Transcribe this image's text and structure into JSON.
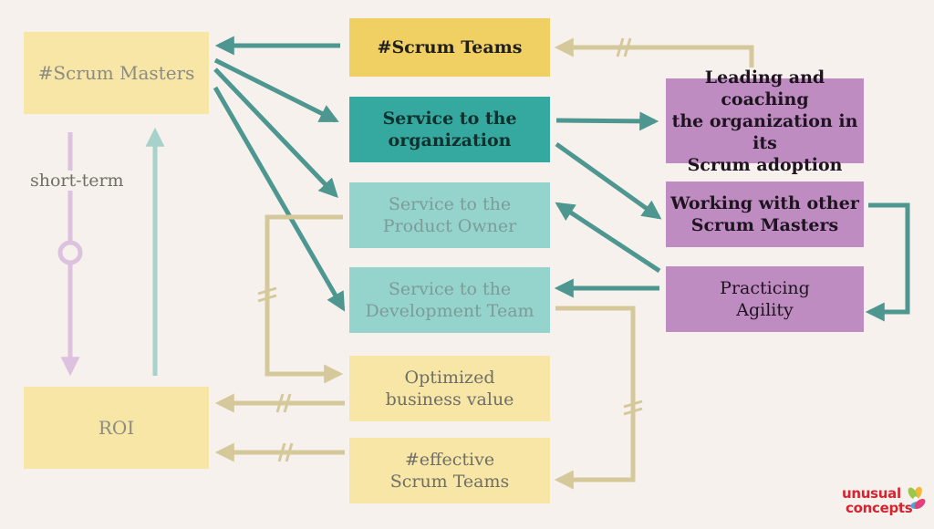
{
  "nodes": {
    "scrum_masters": "#Scrum Masters",
    "roi": "ROI",
    "scrum_teams": "#Scrum Teams",
    "service_org": "Service to the\norganization",
    "service_po": "Service to the\nProduct Owner",
    "service_dev": "Service to the\nDevelopment Team",
    "optimized_value": "Optimized\nbusiness value",
    "effective_teams": "#effective\nScrum Teams",
    "leading_coaching": "Leading and coaching\nthe organization in its\nScrum adoption",
    "working_sm": "Working with other\nScrum Masters",
    "practicing_agility": "Practicing\nAgility"
  },
  "labels": {
    "short_term": "short-term"
  },
  "logo": {
    "line1": "unusual",
    "line2": "concepts"
  },
  "colors": {
    "background": "#f6f1ec",
    "teal_arrow": "#4e9690",
    "tan_arrow": "#d5c99c",
    "purple_arrow": "#dcc2df",
    "light_teal_arrow": "#a7d2cb"
  }
}
